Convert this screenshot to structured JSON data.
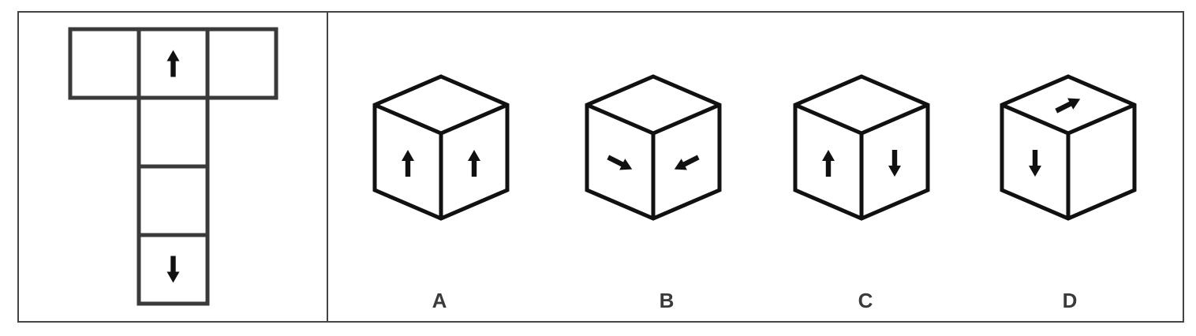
{
  "colors": {
    "frame": "#444444",
    "net_stroke": "#3a3a3a",
    "cube_stroke": "#111111",
    "arrow": "#111111",
    "background": "#ffffff"
  },
  "net": {
    "shape": "T-shaped cube net: 3 squares across the top, 3 squares down below the middle",
    "faces": [
      {
        "id": "top-left",
        "arrow": "none"
      },
      {
        "id": "top-center",
        "arrow": "up"
      },
      {
        "id": "top-right",
        "arrow": "none"
      },
      {
        "id": "column-1",
        "arrow": "none"
      },
      {
        "id": "column-2",
        "arrow": "none"
      },
      {
        "id": "column-3",
        "arrow": "down"
      }
    ]
  },
  "options": [
    {
      "label": "A",
      "faces": {
        "left": "up",
        "right": "up",
        "top": "none"
      }
    },
    {
      "label": "B",
      "faces": {
        "left": "down-right",
        "right": "down-left",
        "top": "none"
      }
    },
    {
      "label": "C",
      "faces": {
        "left": "up",
        "right": "down",
        "top": "none"
      }
    },
    {
      "label": "D",
      "faces": {
        "left": "down",
        "right": "none",
        "top": "up-right"
      }
    }
  ]
}
